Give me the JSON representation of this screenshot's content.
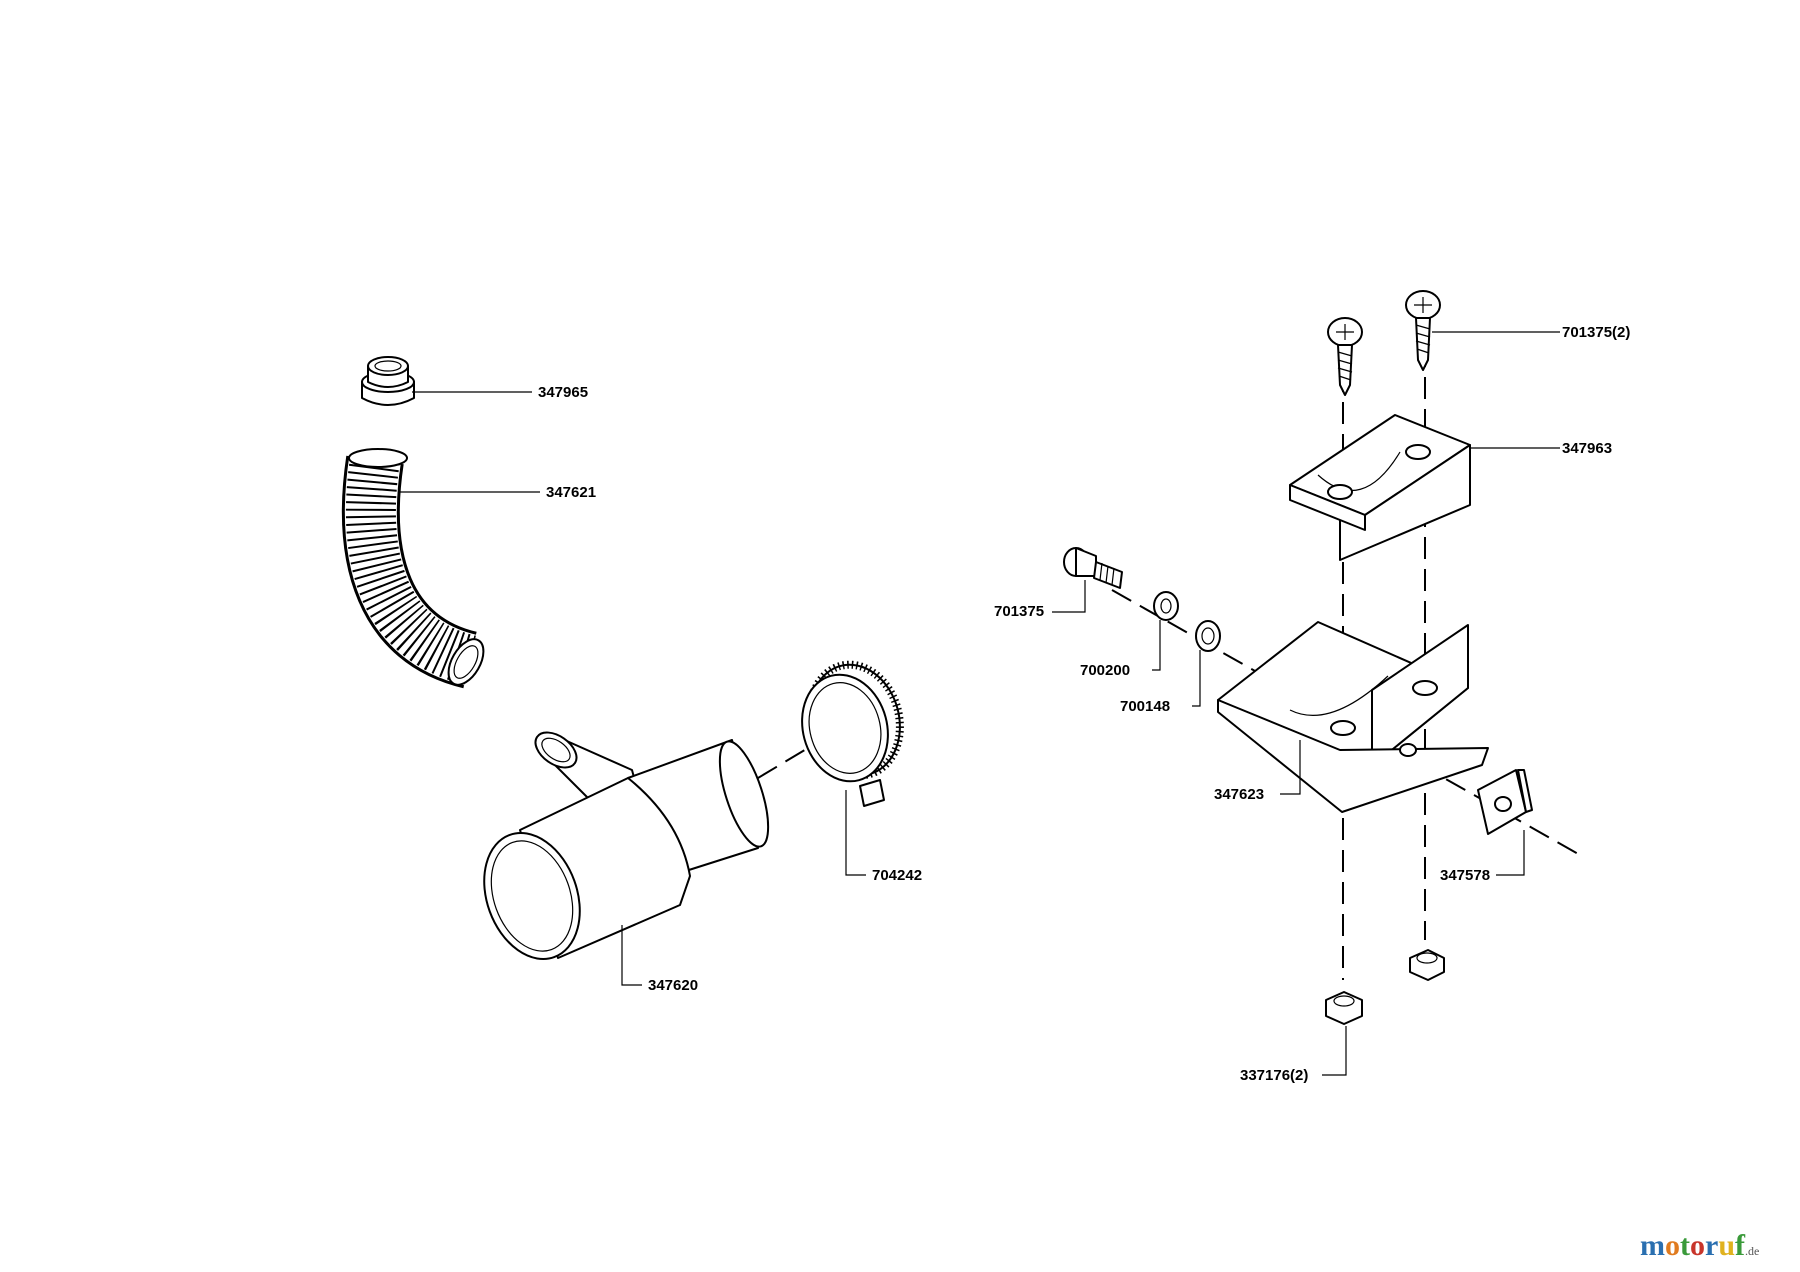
{
  "diagram": {
    "parts": [
      {
        "id": "p347965",
        "label": "347965"
      },
      {
        "id": "p347621",
        "label": "347621"
      },
      {
        "id": "p347620",
        "label": "347620"
      },
      {
        "id": "p704242",
        "label": "704242"
      },
      {
        "id": "p701375_2",
        "label": "701375(2)"
      },
      {
        "id": "p347963",
        "label": "347963"
      },
      {
        "id": "p701375",
        "label": "701375"
      },
      {
        "id": "p700200",
        "label": "700200"
      },
      {
        "id": "p700148",
        "label": "700148"
      },
      {
        "id": "p347623",
        "label": "347623"
      },
      {
        "id": "p347578",
        "label": "347578"
      },
      {
        "id": "p337176_2",
        "label": "337176(2)"
      }
    ]
  },
  "watermark": {
    "text_main": "motoruf",
    "text_suffix": ".de",
    "colors": {
      "m": "#2a6fb0",
      "o1": "#e07b1f",
      "t": "#3a9a3a",
      "o2": "#c8352b",
      "r": "#2a6fb0",
      "u": "#e0b21f",
      "f": "#3a9a3a",
      "suffix": "#555555"
    }
  }
}
